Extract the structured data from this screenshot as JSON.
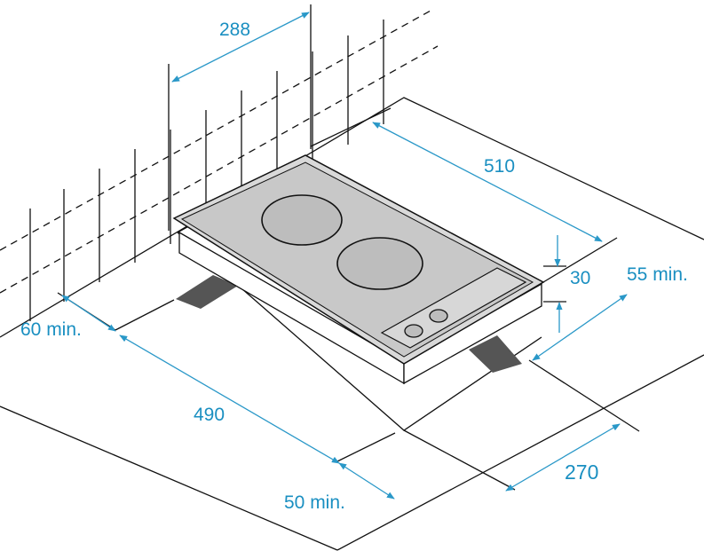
{
  "dimensions": {
    "width_depth": "288",
    "length": "510",
    "height": "30",
    "right_clearance": "55 min.",
    "left_clearance": "60 min.",
    "cutout_length": "490",
    "front_clearance": "50 min.",
    "cutout_width": "270"
  },
  "colors": {
    "dimension": "#2a98c8",
    "line": "#111111",
    "hob_surface": "#c8c8c8"
  }
}
